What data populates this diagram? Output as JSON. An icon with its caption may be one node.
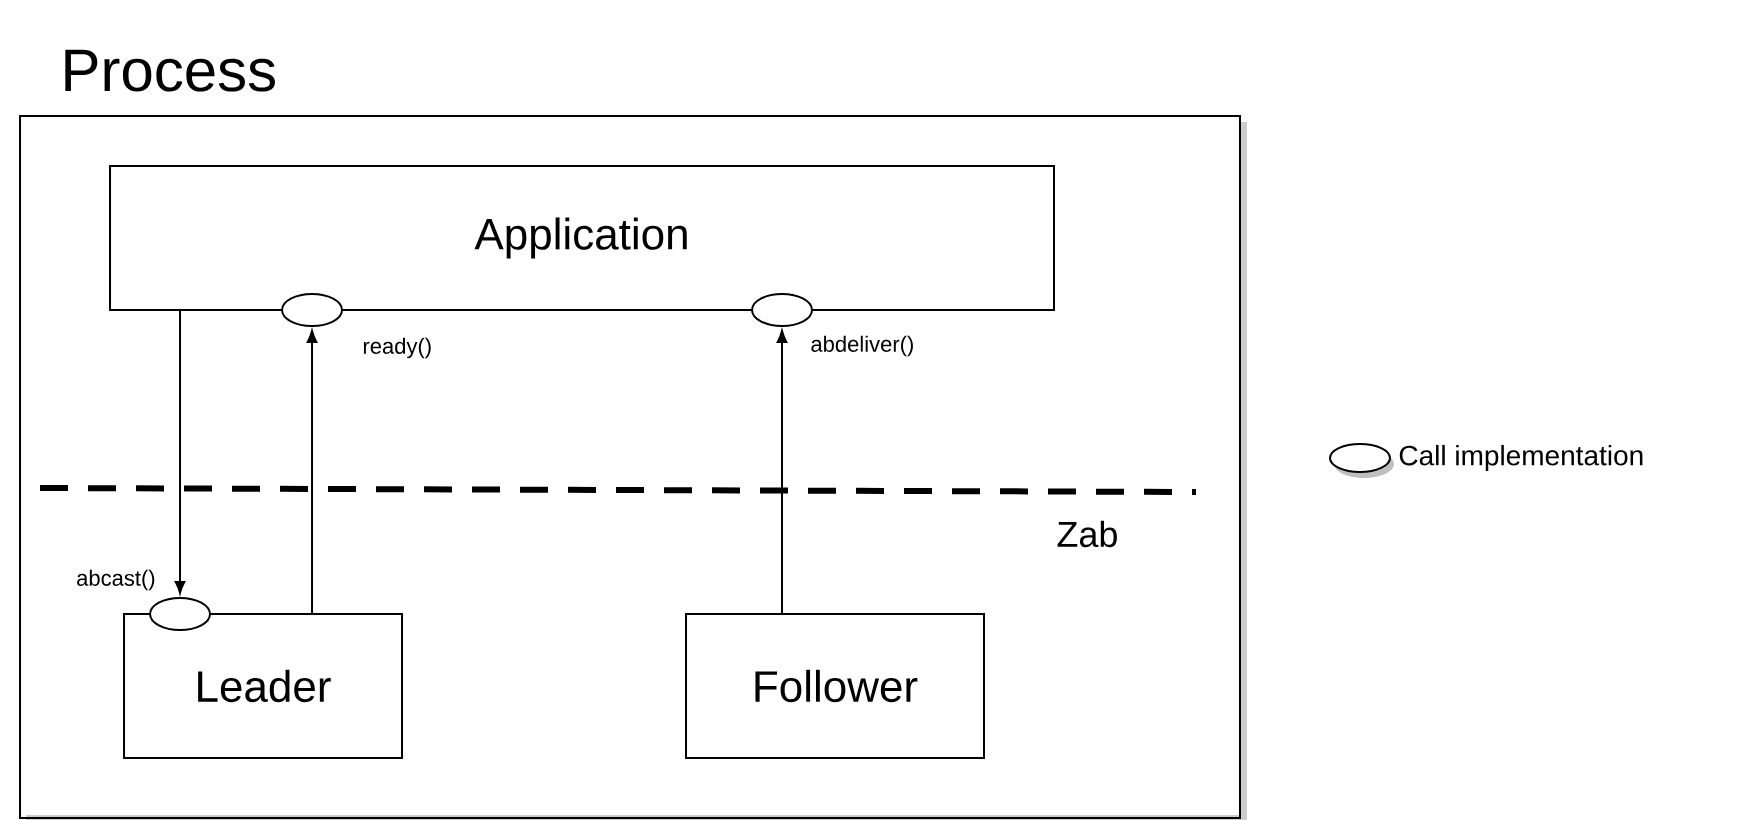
{
  "diagram": {
    "nodes": [
      {
        "text": [
          "Process"
        ]
      },
      {
        "text": [
          "Application"
        ],
        "in": 0
      },
      {
        "text": [],
        "shape": "ellipse",
        "beside": [
          "ready()"
        ],
        "in": 0
      },
      {
        "text": [],
        "shape": "ellipse",
        "beside": [
          "abdeliver()"
        ],
        "in": 0
      },
      {
        "text": [],
        "shape": "ellipse",
        "beside": [
          "abcast()"
        ],
        "in": 0
      },
      {
        "text": [
          "Leader"
        ],
        "in": 0
      },
      {
        "text": [
          "Follower"
        ],
        "in": 0
      }
    ],
    "edges": [
      {
        "from": 1,
        "to": 4,
        "arrow": "to"
      },
      {
        "from": 5,
        "to": 2,
        "arrow": "to"
      },
      {
        "from": 6,
        "to": 3,
        "arrow": "to"
      }
    ],
    "labels": [
      "Zab"
    ],
    "legend": [
      {
        "text": "Call implementation"
      }
    ]
  }
}
